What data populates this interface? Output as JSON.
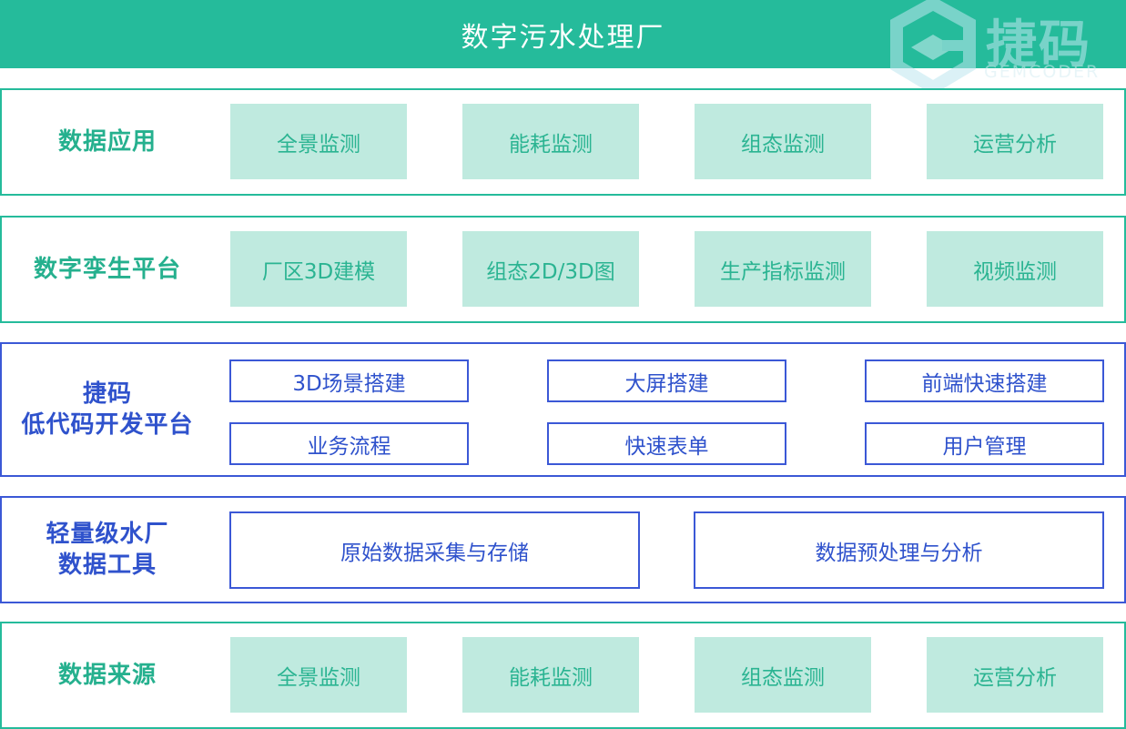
{
  "title": "数字污水处理厂",
  "watermark": {
    "brand": "捷码",
    "sub": "GEMCODER"
  },
  "colors": {
    "green": "#25bb9b",
    "tile": "#bfeadf",
    "blue": "#3b58d6"
  },
  "layers": {
    "data_app": {
      "label": "数据应用",
      "items": [
        "全景监测",
        "能耗监测",
        "组态监测",
        "运营分析"
      ]
    },
    "twin": {
      "label": "数字孪生平台",
      "items": [
        "厂区3D建模",
        "组态2D/3D图",
        "生产指标监测",
        "视频监测"
      ]
    },
    "lowcode": {
      "label_line1": "捷码",
      "label_line2": "低代码开发平台",
      "items": [
        "3D场景搭建",
        "大屏搭建",
        "前端快速搭建",
        "业务流程",
        "快速表单",
        "用户管理"
      ]
    },
    "tools": {
      "label_line1": "轻量级水厂",
      "label_line2": "数据工具",
      "items": [
        "原始数据采集与存储",
        "数据预处理与分析"
      ]
    },
    "source": {
      "label": "数据来源",
      "items": [
        "全景监测",
        "能耗监测",
        "组态监测",
        "运营分析"
      ]
    }
  }
}
